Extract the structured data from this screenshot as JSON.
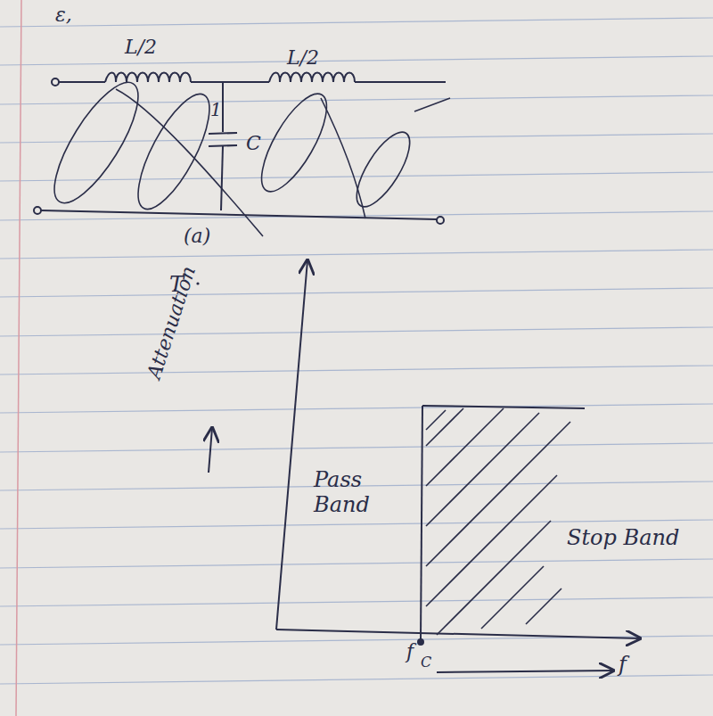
{
  "diagram": {
    "labels": [
      "ε,",
      "L/2",
      "L/2",
      "1",
      "C",
      "(a)",
      "T",
      "Attenuation",
      "Pass Band",
      "Stop Band",
      "f",
      "C",
      "f"
    ]
  }
}
